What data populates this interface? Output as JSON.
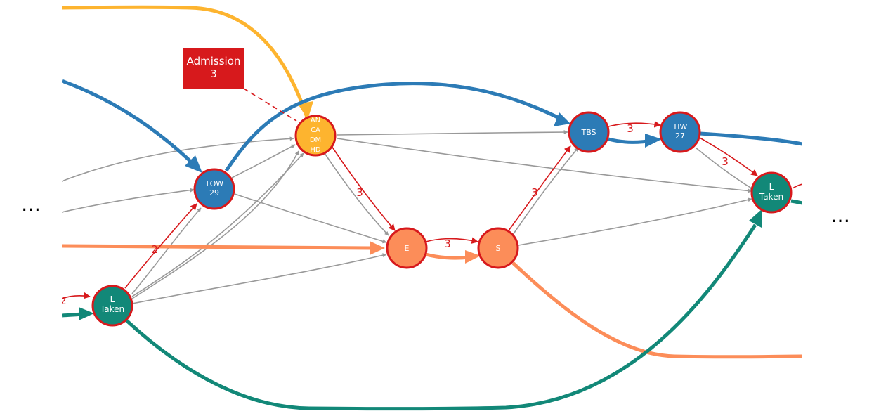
{
  "colors": {
    "red": "#d7191c",
    "gray": "#999999",
    "blue": "#2c7bb6",
    "yellow": "#fdb42f",
    "orange": "#fc8d59",
    "teal": "#128878"
  },
  "ellipsis": {
    "left": "…",
    "right": "…"
  },
  "annotation": {
    "line1": "Admission",
    "line2": "3"
  },
  "nodes": {
    "tow29": {
      "lines": [
        "TOW",
        "29"
      ]
    },
    "ancadmhd": {
      "lines": [
        "AN",
        "CA",
        "DM",
        "HD"
      ]
    },
    "e": {
      "lines": [
        "E"
      ]
    },
    "s": {
      "lines": [
        "S"
      ]
    },
    "tbs": {
      "lines": [
        "TBS"
      ]
    },
    "tiw27": {
      "lines": [
        "TIW",
        "27"
      ]
    },
    "ltaken1": {
      "lines": [
        "L",
        "Taken"
      ]
    },
    "ltaken2": {
      "lines": [
        "L",
        "Taken"
      ]
    }
  },
  "edge_labels": {
    "l1_tow": "2",
    "incoming_l1": "2",
    "an_e": "3",
    "e_s": "3",
    "s_tbs": "3",
    "tbs_tiw": "3",
    "tiw_l2": "3"
  }
}
